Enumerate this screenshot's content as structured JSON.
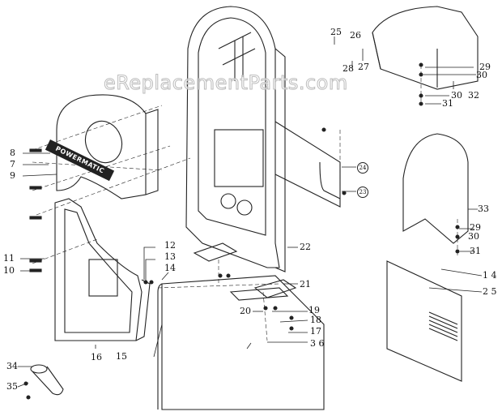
{
  "diagram": {
    "type": "exploded-parts-diagram",
    "watermark": "eReplacementParts.com",
    "brand_plate_text": "POWERMATIC",
    "callouts": [
      {
        "id": "8",
        "label": "8"
      },
      {
        "id": "7",
        "label": "7"
      },
      {
        "id": "9",
        "label": "9"
      },
      {
        "id": "11",
        "label": "11"
      },
      {
        "id": "10",
        "label": "10"
      },
      {
        "id": "12",
        "label": "12"
      },
      {
        "id": "13",
        "label": "13"
      },
      {
        "id": "14",
        "label": "14"
      },
      {
        "id": "15",
        "label": "15"
      },
      {
        "id": "16",
        "label": "16"
      },
      {
        "id": "17",
        "label": "17"
      },
      {
        "id": "18",
        "label": "18"
      },
      {
        "id": "19",
        "label": "19"
      },
      {
        "id": "20",
        "label": "20"
      },
      {
        "id": "21",
        "label": "21"
      },
      {
        "id": "22",
        "label": "22"
      },
      {
        "id": "23",
        "label": "23"
      },
      {
        "id": "24",
        "label": "24"
      },
      {
        "id": "25",
        "label": "25"
      },
      {
        "id": "26",
        "label": "26"
      },
      {
        "id": "27",
        "label": "27"
      },
      {
        "id": "28",
        "label": "28"
      },
      {
        "id": "29a",
        "label": "29"
      },
      {
        "id": "30a",
        "label": "30"
      },
      {
        "id": "30b",
        "label": "30"
      },
      {
        "id": "31a",
        "label": "31"
      },
      {
        "id": "32",
        "label": "32"
      },
      {
        "id": "33",
        "label": "33"
      },
      {
        "id": "29b",
        "label": "29"
      },
      {
        "id": "30c",
        "label": "30"
      },
      {
        "id": "31b",
        "label": "31"
      },
      {
        "id": "1_4",
        "label": "1 4"
      },
      {
        "id": "2_5",
        "label": "2 5"
      },
      {
        "id": "3_6",
        "label": "3 6"
      },
      {
        "id": "34",
        "label": "34"
      },
      {
        "id": "35",
        "label": "35"
      }
    ]
  }
}
